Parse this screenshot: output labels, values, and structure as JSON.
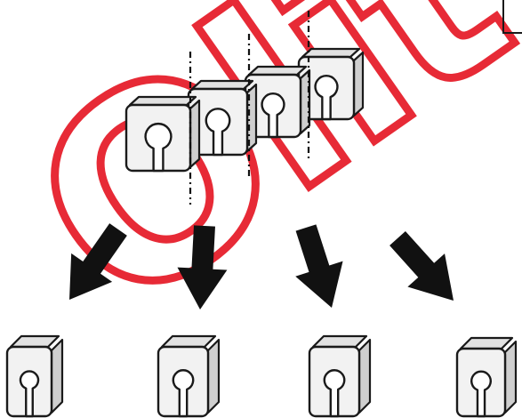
{
  "watermark": {
    "text": "Olit",
    "color": "#e30613"
  },
  "colors": {
    "line": "#1a1a1a",
    "face": "#f2f2f2",
    "side": "#cfcfcf",
    "top": "#e2e2e2",
    "arrow": "#111111"
  },
  "diagram": {
    "strip_segment_count": 4,
    "cut_line_count": 3,
    "arrow_count": 4,
    "separated_piece_count": 4
  }
}
